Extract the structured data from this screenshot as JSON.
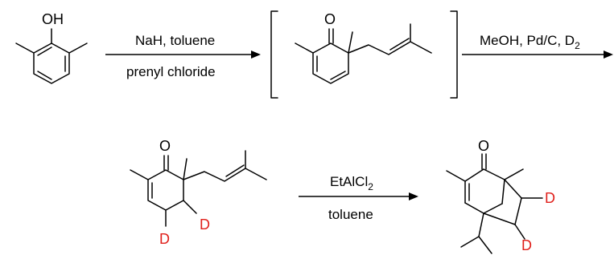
{
  "colors": {
    "ink": "#000000",
    "deuterium": "#e0201b"
  },
  "atoms": {
    "hydroxyl": "OH",
    "oxygen": "O",
    "deuterium": "D"
  },
  "step1": {
    "reagents_top": "NaH, toluene",
    "reagents_bottom": "prenyl chloride"
  },
  "step2": {
    "reagents_top": "MeOH, Pd/C, D",
    "subscript": "2"
  },
  "step3": {
    "reagents_top": "EtAlCl",
    "subscript": "2",
    "reagents_bottom": "toluene"
  }
}
